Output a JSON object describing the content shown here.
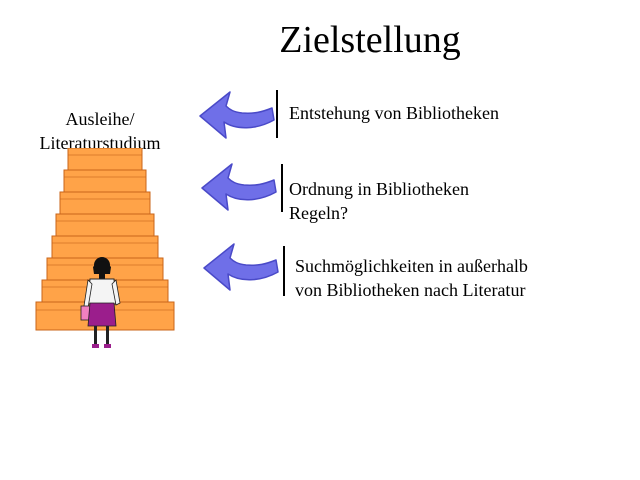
{
  "title": "Zielstellung",
  "stairs_label": "Ausleihe/\nLiteraturstudium",
  "items": [
    {
      "text": "Entstehung von Bibliotheken",
      "icon": "curved-arrow-left-icon"
    },
    {
      "text": "Ordnung in Bibliotheken\nRegeln?",
      "icon": "curved-arrow-left-icon"
    },
    {
      "text": "Suchmöglichkeiten in außerhalb\nvon Bibliotheken nach Literatur",
      "icon": "curved-arrow-left-icon"
    }
  ],
  "colors": {
    "arrow": "#6f6fe8",
    "arrow_dark": "#4a4ac8",
    "stairs": "#ffa348",
    "stairs_dark": "#c8641a",
    "blouse": "#f4f4f4",
    "skirt": "#9b1e8c",
    "bag": "#f080c0"
  }
}
